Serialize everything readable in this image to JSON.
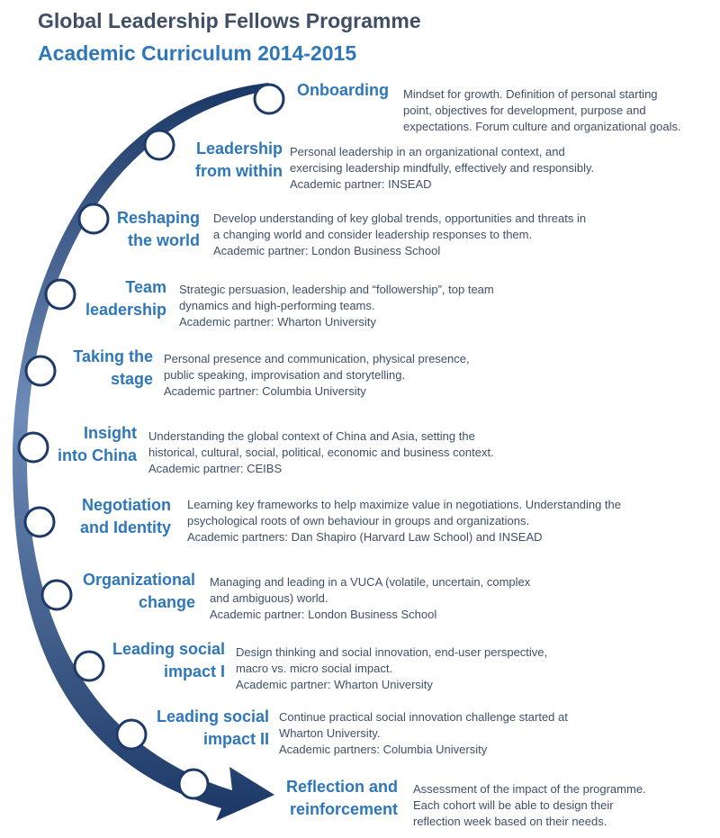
{
  "header": {
    "title": "Global Leadership Fellows Programme",
    "subtitle": "Academic Curriculum 2014-2015"
  },
  "colors": {
    "arc_dark": "#1b3765",
    "arc_light": "#6f8cb8",
    "label": "#2e77bb",
    "text": "#3f5068",
    "node_stroke": "#1d3a68"
  },
  "modules": [
    {
      "title": [
        "Onboarding"
      ],
      "lines": [
        "Mindset for growth. Definition of personal starting",
        "point, objectives for development, purpose and",
        "expectations. Forum culture and organizational goals."
      ]
    },
    {
      "title": [
        "Leadership",
        "from within"
      ],
      "lines": [
        "Personal leadership in an organizational context, and",
        "exercising leadership mindfully, effectively and responsibly.",
        "Academic partner: INSEAD"
      ]
    },
    {
      "title": [
        "Reshaping",
        "the world"
      ],
      "lines": [
        "Develop understanding of key global trends, opportunities and threats in",
        "a changing world and consider leadership responses to them.",
        "Academic partner: London Business School"
      ]
    },
    {
      "title": [
        "Team",
        "leadership"
      ],
      "lines": [
        "Strategic persuasion, leadership and “followership”, top team",
        "dynamics and high-performing teams.",
        "Academic partner: Wharton University"
      ]
    },
    {
      "title": [
        "Taking the",
        "stage"
      ],
      "lines": [
        "Personal presence and communication, physical presence,",
        "public speaking, improvisation and storytelling.",
        "Academic partner: Columbia University"
      ]
    },
    {
      "title": [
        "Insight",
        "into China"
      ],
      "lines": [
        "Understanding the global context of China and Asia, setting the",
        "historical, cultural, social, political, economic and business context.",
        "Academic partner: CEIBS"
      ]
    },
    {
      "title": [
        "Negotiation",
        "and Identity"
      ],
      "lines": [
        "Learning key frameworks to help maximize value in negotiations. Understanding the",
        "psychological roots of own behaviour in groups and organizations.",
        "Academic partners: Dan Shapiro (Harvard Law School) and INSEAD"
      ]
    },
    {
      "title": [
        "Organizational",
        "change"
      ],
      "lines": [
        "Managing and leading in a VUCA (volatile, uncertain, complex",
        "and ambiguous) world.",
        "Academic partner: London Business School"
      ]
    },
    {
      "title": [
        "Leading social",
        "impact I"
      ],
      "lines": [
        "Design thinking and social innovation, end-user perspective,",
        "macro vs. micro social impact.",
        "Academic partner: Wharton University"
      ]
    },
    {
      "title": [
        "Leading social",
        "impact II"
      ],
      "lines": [
        "Continue practical social innovation challenge started at",
        "Wharton University.",
        "Academic partners: Columbia University"
      ]
    },
    {
      "title": [
        "Reflection and",
        "reinforcement"
      ],
      "lines": [
        "Assessment of the impact of the programme.",
        "Each cohort will be able to design their",
        "reflection week based on their needs."
      ]
    }
  ]
}
